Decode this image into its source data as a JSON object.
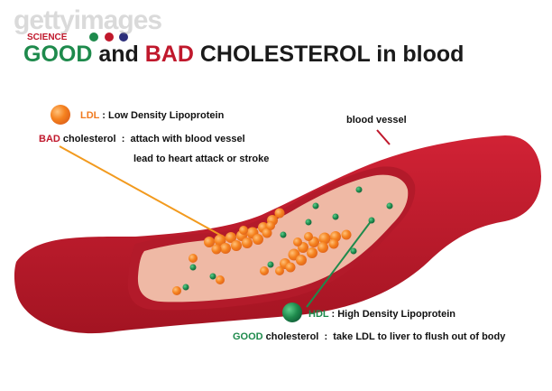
{
  "watermark": "gettyimages",
  "brand_label": "SCIENCE",
  "title": {
    "good": "GOOD",
    "and": " and ",
    "bad": "BAD",
    "rest": " CHOLESTEROL in blood"
  },
  "ldl": {
    "abbr": "LDL",
    "separator": " : ",
    "full": "Low Density Lipoprotein"
  },
  "bad_cholesterol": {
    "word": "BAD",
    "label": " cholesterol",
    "separator": "  :  ",
    "effect_1": "attach with blood vessel",
    "effect_2": "lead to heart attack or stroke"
  },
  "vessel_label": "blood vessel",
  "hdl": {
    "abbr": "HDL",
    "separator": " : ",
    "full": "High Density Lipoprotein"
  },
  "good_cholesterol": {
    "word": "GOOD",
    "label": " cholesterol",
    "separator": "  :  ",
    "effect": "take LDL to liver to flush out of body"
  },
  "colors": {
    "vessel_wall": "#c0182c",
    "vessel_wall_dark": "#a31422",
    "vessel_interior": "#efb9a5",
    "ldl_particle": "#f5821f",
    "hdl_particle": "#1e8a4c",
    "pointer_ldl": "#f29a1e",
    "pointer_hdl": "#1e8a4c",
    "pointer_vessel": "#c0182c"
  },
  "icons": [
    "ldl-particle-icon",
    "hdl-particle-icon",
    "brand-dots-icon"
  ]
}
